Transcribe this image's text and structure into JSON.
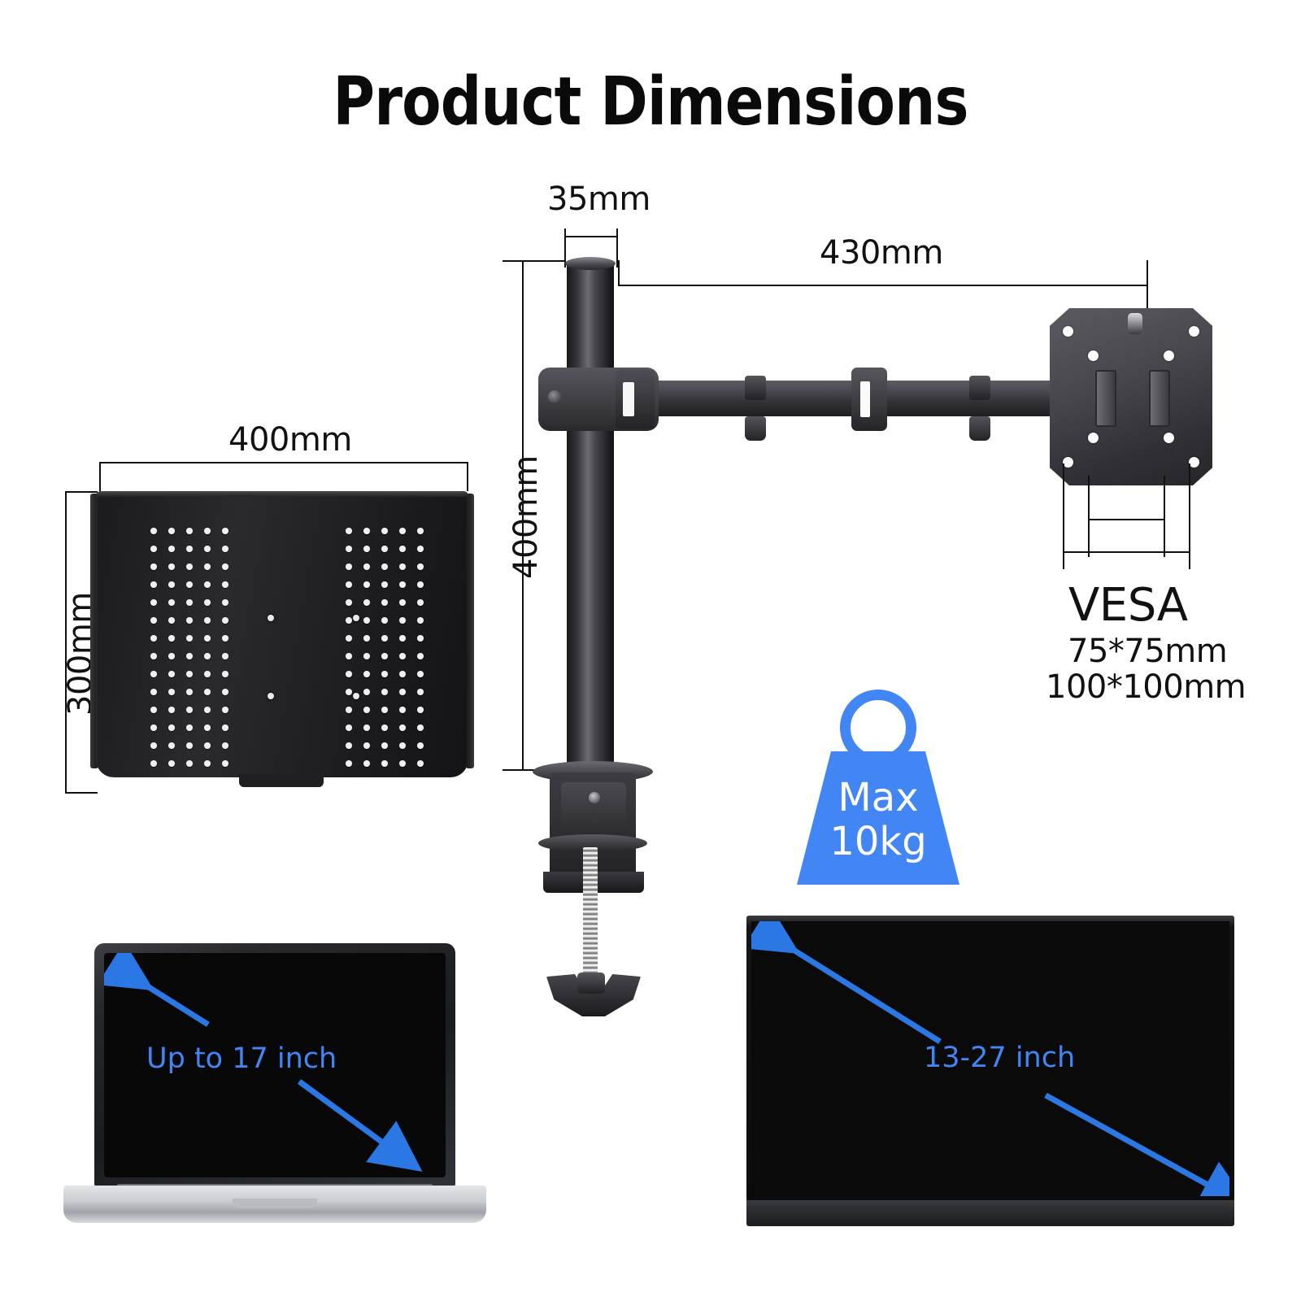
{
  "title": "Product Dimensions",
  "dimensions": {
    "pole_diameter": "35mm",
    "arm_reach": "430mm",
    "pole_height": "400mm",
    "tray_width": "400mm",
    "tray_depth": "300mm"
  },
  "vesa": {
    "heading": "VESA",
    "pattern_small": "75*75mm",
    "pattern_large": "100*100mm"
  },
  "weight": {
    "line1": "Max",
    "line2": "10kg"
  },
  "compatibility": {
    "laptop_size": "Up to 17 inch",
    "monitor_size": "13-27 inch"
  },
  "colors": {
    "accent_blue": "#4285f4",
    "screen_label_blue": "#4285f4",
    "line_black": "#111111",
    "metal_dark": "#2a2a2e"
  },
  "icons": {
    "weight": "weight-icon",
    "laptop": "laptop-icon",
    "monitor": "monitor-icon",
    "tray": "laptop-tray-icon",
    "mount": "monitor-mount-icon"
  }
}
